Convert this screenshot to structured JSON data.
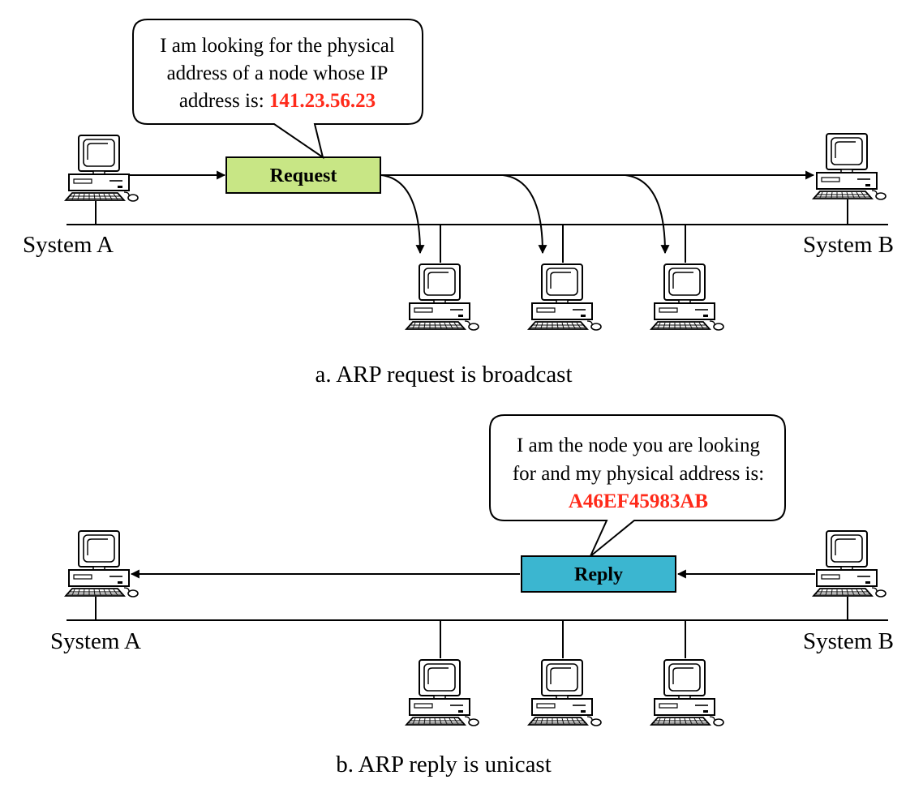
{
  "colors": {
    "request_fill": "#c8e685",
    "reply_fill": "#3bb6d0",
    "highlight_text": "#ff2a1a",
    "line": "#000000"
  },
  "icons": {
    "computer": "desktop-computer-icon"
  },
  "panel_a": {
    "caption": "a. ARP request is broadcast",
    "packet_label": "Request",
    "bubble": {
      "line1": "I am looking for the physical",
      "line2": "address of a node whose IP",
      "line3_prefix": "address is: ",
      "ip": "141.23.56.23"
    },
    "system_a": "System A",
    "system_b": "System B"
  },
  "panel_b": {
    "caption": "b. ARP reply is unicast",
    "packet_label": "Reply",
    "bubble": {
      "line1": "I am the node you are looking",
      "line2": "for and my physical address is:",
      "mac": "A46EF45983AB"
    },
    "system_a": "System A",
    "system_b": "System B"
  }
}
